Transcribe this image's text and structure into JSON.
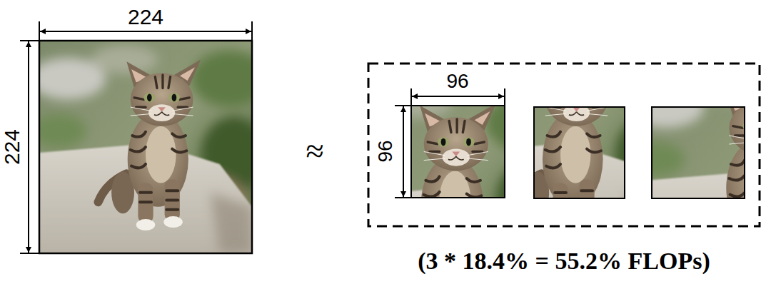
{
  "diagram": {
    "labels": [
      "224",
      "224",
      "≈",
      "96",
      "96",
      "(3 * 18.4% = 55.2% FLOPs)"
    ]
  }
}
